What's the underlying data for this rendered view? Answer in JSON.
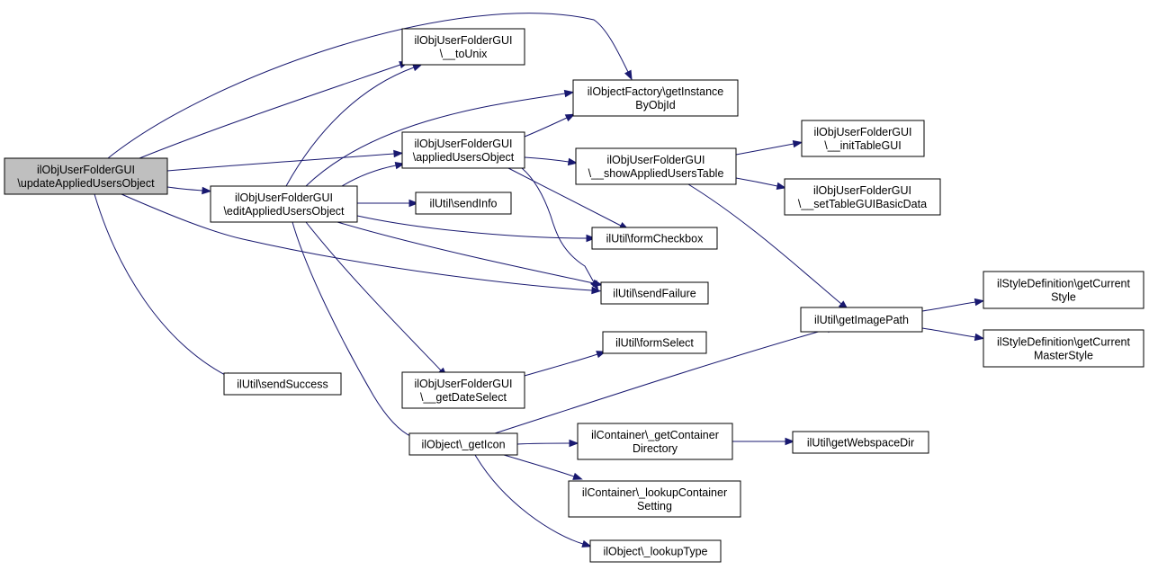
{
  "nodes": [
    {
      "id": "root",
      "lines": [
        "ilObjUserFolderGUI",
        "\\updateAppliedUsersObject"
      ],
      "root": true
    },
    {
      "id": "toUnix",
      "lines": [
        "ilObjUserFolderGUI",
        "\\__toUnix"
      ]
    },
    {
      "id": "getInstance",
      "lines": [
        "ilObjectFactory\\getInstance",
        "ByObjId"
      ]
    },
    {
      "id": "applied",
      "lines": [
        "ilObjUserFolderGUI",
        "\\appliedUsersObject"
      ]
    },
    {
      "id": "edit",
      "lines": [
        "ilObjUserFolderGUI",
        "\\editAppliedUsersObject"
      ]
    },
    {
      "id": "sendInfo",
      "lines": [
        "ilUtil\\sendInfo"
      ]
    },
    {
      "id": "showTable",
      "lines": [
        "ilObjUserFolderGUI",
        "\\__showAppliedUsersTable"
      ]
    },
    {
      "id": "initTable",
      "lines": [
        "ilObjUserFolderGUI",
        "\\__initTableGUI"
      ]
    },
    {
      "id": "setTable",
      "lines": [
        "ilObjUserFolderGUI",
        "\\__setTableGUIBasicData"
      ]
    },
    {
      "id": "formCheckbox",
      "lines": [
        "ilUtil\\formCheckbox"
      ]
    },
    {
      "id": "sendFailure",
      "lines": [
        "ilUtil\\sendFailure"
      ]
    },
    {
      "id": "getImagePath",
      "lines": [
        "ilUtil\\getImagePath"
      ]
    },
    {
      "id": "getCurrentStyle",
      "lines": [
        "ilStyleDefinition\\getCurrent",
        "Style"
      ]
    },
    {
      "id": "getCurrentMaster",
      "lines": [
        "ilStyleDefinition\\getCurrent",
        "MasterStyle"
      ]
    },
    {
      "id": "sendSuccess",
      "lines": [
        "ilUtil\\sendSuccess"
      ]
    },
    {
      "id": "formSelect",
      "lines": [
        "ilUtil\\formSelect"
      ]
    },
    {
      "id": "getDateSelect",
      "lines": [
        "ilObjUserFolderGUI",
        "\\__getDateSelect"
      ]
    },
    {
      "id": "getIcon",
      "lines": [
        "ilObject\\_getIcon"
      ]
    },
    {
      "id": "getContainerDir",
      "lines": [
        "ilContainer\\_getContainer",
        "Directory"
      ]
    },
    {
      "id": "getWebspaceDir",
      "lines": [
        "ilUtil\\getWebspaceDir"
      ]
    },
    {
      "id": "lookupContainer",
      "lines": [
        "ilContainer\\_lookupContainer",
        "Setting"
      ]
    },
    {
      "id": "lookupType",
      "lines": [
        "ilObject\\_lookupType"
      ]
    }
  ]
}
